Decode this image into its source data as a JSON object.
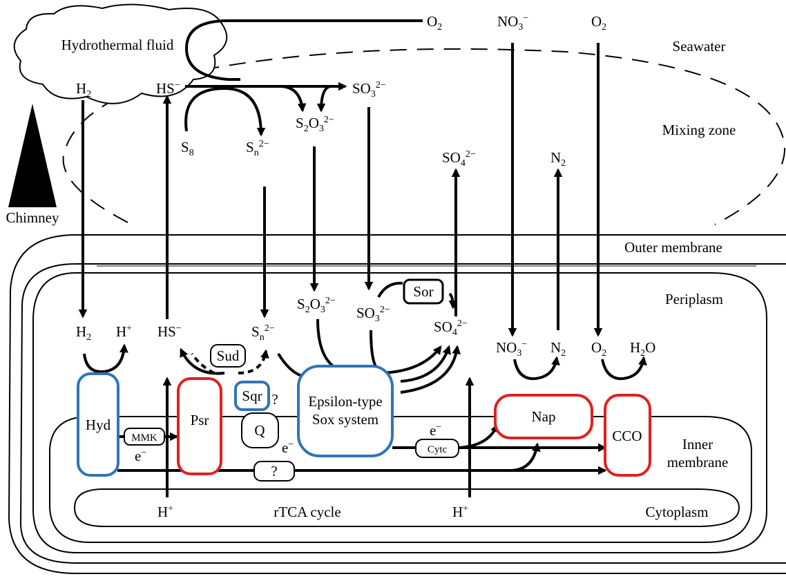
{
  "colors": {
    "blue": "#2E75B6",
    "red": "#E02020",
    "black": "#000000"
  },
  "labels": {
    "hydrothermal_fluid": "Hydrothermal fluid",
    "chimney": "Chimney",
    "seawater": "Seawater",
    "mixing_zone": "Mixing zone",
    "outer_membrane": "Outer membrane",
    "periplasm": "Periplasm",
    "inner_membrane_1": "Inner",
    "inner_membrane_2": "membrane",
    "cytoplasm": "Cytoplasm",
    "rtca": "rTCA cycle"
  },
  "enzymes": {
    "hyd": "Hyd",
    "psr": "Psr",
    "sqr": "Sqr",
    "sud": "Sud",
    "q": "Q",
    "sox_1": "Epsilon-type",
    "sox_2": "Sox system",
    "sor": "Sor",
    "nap": "Nap",
    "cco": "CCO",
    "mmk": "MMK",
    "cytc": "Cytc",
    "unknown": "?",
    "unknown_sqr": "?"
  },
  "species": {
    "o2": "O",
    "o2_sub": "2",
    "no3": "NO",
    "no3_sub": "3",
    "no3_sup": "−",
    "h2": "H",
    "h2_sub": "2",
    "hs": "HS",
    "hs_sup": "−",
    "so3": "SO",
    "so3_sub": "3",
    "so3_sup": "2−",
    "s2o3_a": "S",
    "s2o3_a_sub": "2",
    "s2o3_b": "O",
    "s2o3_b_sub": "3",
    "s2o3_sup": "2−",
    "s8": "S",
    "s8_sub": "8",
    "sn": "S",
    "sn_sub": "n",
    "sn_sup": "2−",
    "so4": "SO",
    "so4_sub": "4",
    "so4_sup": "2−",
    "n2": "N",
    "n2_sub": "2",
    "hplus": "H",
    "hplus_sup": "+",
    "h2o_a": "H",
    "h2o_sub": "2",
    "h2o_b": "O",
    "electron": "e",
    "electron_sup": "−"
  }
}
